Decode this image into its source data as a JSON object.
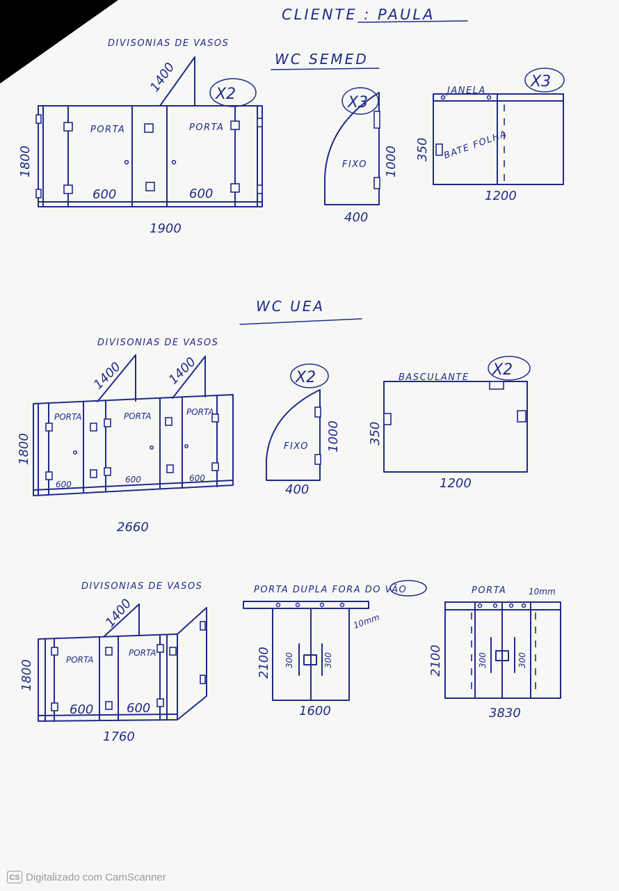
{
  "header": {
    "title": "CLIENTE : PAULA"
  },
  "sections": {
    "wc_semed": "WC SEMED",
    "wc_uea": "WC UEA"
  },
  "drawings": {
    "d1": {
      "caption": "DIVISONIAS DE VASOS",
      "mult": "X2",
      "height": "1800",
      "width": "1900",
      "diag": "1400",
      "door_l": "PORTA",
      "door_r": "PORTA",
      "w_l": "600",
      "w_r": "600"
    },
    "d2": {
      "mult": "X3",
      "label": "FIXO",
      "height": "1000",
      "width": "400"
    },
    "d3": {
      "caption": "JANELA",
      "mult": "X3",
      "label": "BATE FOLHA",
      "height": "350",
      "width": "1200"
    },
    "d4": {
      "caption": "DIVISONIAS DE VASOS",
      "height": "1800",
      "width": "2660",
      "diag_a": "1400",
      "diag_b": "1400",
      "door_a": "PORTA",
      "door_b": "PORTA",
      "door_c": "PORTA",
      "w_a": "600",
      "w_b": "600",
      "w_c": "600"
    },
    "d5": {
      "mult": "X2",
      "label": "FIXO",
      "height": "1000",
      "width": "400"
    },
    "d6": {
      "caption": "BASCULANTE",
      "mult": "X2",
      "height": "350",
      "width": "1200"
    },
    "d7": {
      "caption": "DIVISONIAS DE VASOS",
      "height": "1800",
      "width": "1760",
      "diag": "1400",
      "door_a": "PORTA",
      "door_b": "PORTA",
      "w_a": "600",
      "w_b": "600"
    },
    "d8": {
      "caption": "PORTA DUPLA FORA DO VÃO",
      "thickness": "10mm",
      "height": "2100",
      "width": "1600",
      "handle_l": "300",
      "handle_r": "300"
    },
    "d9": {
      "caption": "PORTA",
      "thickness": "10mm",
      "height": "2100",
      "width": "3830",
      "handle_l": "300",
      "handle_r": "300"
    }
  },
  "footer": {
    "logo": "CS",
    "text": "Digitalizado com CamScanner"
  }
}
